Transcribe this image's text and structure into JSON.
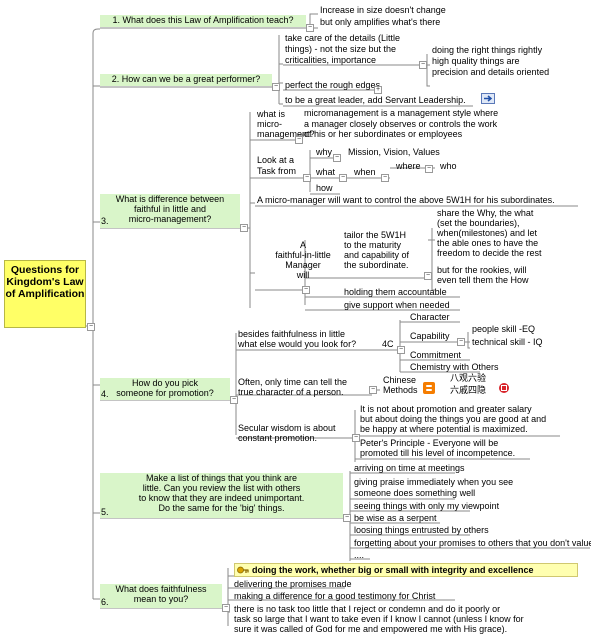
{
  "root": {
    "title": "Questions for Kingdom's Law of Amplification"
  },
  "q1": {
    "label": "1. What does this Law of Amplification teach?",
    "answer1": "Increase in size doesn't change",
    "answer2": "but only amplifies what's there"
  },
  "q2": {
    "label": "2. How can we be a great performer?",
    "care1": "take care of the details (Little",
    "care2": "things) - not the size but the",
    "care3": "criticalities, importance",
    "right1": "doing the right things rightly",
    "right2": "high quality things are",
    "right3": "precision and details oriented",
    "rough": "perfect the rough edges",
    "leader": "to be a great leader, add Servant Leadership."
  },
  "q3": {
    "label1": "What is difference between",
    "label2": "faithful in little and",
    "label3": "micro-management?",
    "num": "3.",
    "what_is": [
      "what is",
      "micro-",
      "management?"
    ],
    "def": [
      "micromanagement is a management style where",
      "a manager closely observes or controls the work",
      "of his or her subordinates or employees"
    ],
    "look": [
      "Look at a",
      "Task from"
    ],
    "why": "why",
    "mission": "Mission, Vision, Values",
    "what": "what",
    "when": "when",
    "where": "where",
    "who": "who",
    "how": "how",
    "control": "A micro-manager will want to control the above 5W1H for his subordinates.",
    "faithful": [
      "A",
      "faithful-in-little",
      "Manager",
      "will"
    ],
    "tailor": [
      "tailor the 5W1H",
      "to the maturity",
      "and capability of",
      "the  subordinate."
    ],
    "share": [
      "share the Why, the what",
      "(set the boundaries),",
      "when(milestones) and let",
      "the able ones to have the",
      "freedom to decide the rest"
    ],
    "rookies": [
      "but for the rookies, will",
      "even tell them the How"
    ],
    "accountable": "holding them accountable",
    "support": "give support when needed"
  },
  "q4": {
    "label1": "How do you pick",
    "label2": "someone for promotion?",
    "num": "4.",
    "besides": [
      "besides faithfulness in little",
      "what else would you look for?"
    ],
    "fourc": "4C",
    "character": "Character",
    "capability": "Capability",
    "people": "people skill -EQ",
    "technical": "technical skill - IQ",
    "commitment": "Commitment",
    "chemistry": "Chemistry with Others",
    "often": [
      "Often, only time can tell the",
      "true character of a person."
    ],
    "chinese": [
      "Chinese",
      "Methods"
    ],
    "cn1": "八观六验",
    "cn2": "六戚四隐",
    "secular": [
      "Secular wisdom is about",
      "constant promotion."
    ],
    "not_about": [
      "It is not about promotion and greater salary",
      "but about doing the things you are good at and",
      "be happy at where potential is maximized."
    ],
    "peter": [
      "Peter's Principle - Everyone will be",
      "promoted till his level of incompetence."
    ]
  },
  "q5": {
    "label": [
      "Make a list of things that you think are",
      "little. Can you review the list with others",
      "to know that they are indeed unimportant.",
      "Do the same for the 'big' things."
    ],
    "num": "5.",
    "items": [
      "arriving on time at meetings",
      "giving praise immediately when you see",
      "someone does something well",
      "seeing things with only my viewpoint",
      "be wise as a serpent",
      "loosing things entrusted by others",
      "forgetting about your promises to others that you don't value",
      "...."
    ]
  },
  "q6": {
    "label1": "What does faithfulness",
    "label2": "mean to you?",
    "num": "6.",
    "highlight": "doing the work, whether big or small with integrity and excellence",
    "promises": "delivering the promises made",
    "difference": "making a difference for a good testimony for Christ",
    "task": [
      "there is no task too little that I reject or condemn and do it poorly or",
      "task so large that I want to take even if I know I cannot (unless I know for",
      "sure it was called of God for me and empowered me with His grace)."
    ]
  },
  "icons": [
    "collapse-toggle",
    "expand-toggle",
    "link-icon",
    "blogger-icon",
    "chinese-seal-icon",
    "key-icon"
  ],
  "colors": {
    "root_fill": "#ffff66",
    "topic_fill": "#d9f5c9",
    "highlight_fill": "#ffffb0",
    "line": "#888888"
  }
}
